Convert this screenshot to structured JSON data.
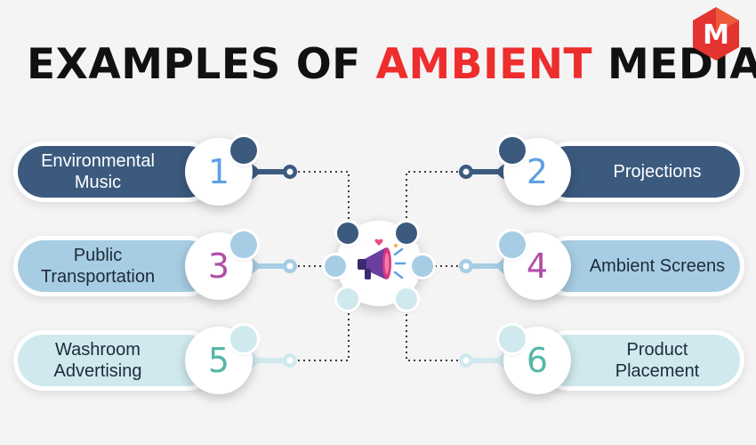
{
  "title": {
    "part1": "EXAMPLES OF ",
    "accent": "AMBIENT",
    "part2": " MEDIA"
  },
  "logo": {
    "letter": "M"
  },
  "colors": {
    "title": "#111111",
    "accent": "#ee2d2d",
    "logo_red": "#e3342f",
    "dark_blue": "#3b5a7e",
    "mid_blue": "#a7cde4",
    "light_teal": "#cfe9ee",
    "num_blue": "#5ea0e6",
    "num_purple": "#b04fa8",
    "num_teal": "#56b7a8",
    "dots": "#222222"
  },
  "items": [
    {
      "number": "1",
      "line1": "Environmental",
      "line2": "Music"
    },
    {
      "number": "2",
      "line1": "Projections",
      "line2": ""
    },
    {
      "number": "3",
      "line1": "Public",
      "line2": "Transportation"
    },
    {
      "number": "4",
      "line1": "Ambient Screens",
      "line2": ""
    },
    {
      "number": "5",
      "line1": "Washroom",
      "line2": "Advertising"
    },
    {
      "number": "6",
      "line1": "Product",
      "line2": "Placement"
    }
  ],
  "center_icon": "megaphone-icon"
}
